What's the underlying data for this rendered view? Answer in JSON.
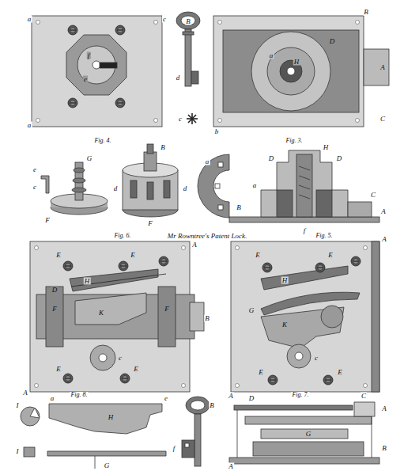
{
  "diagram": {
    "title": "Mr Rowntree's Patent Lock.",
    "labels": [
      "a",
      "c",
      "a",
      "f",
      "e",
      "B",
      "d",
      "c",
      "B",
      "C",
      "b",
      "D",
      "a",
      "H",
      "A",
      "Fig. 4.",
      "G",
      "F",
      "c",
      "e",
      "d",
      "d",
      "B",
      "F",
      "a",
      "Fig. 3.",
      "H",
      "D",
      "D",
      "a",
      "B",
      "C",
      "A",
      "f",
      "Fig. 6.",
      "A",
      "A",
      "E",
      "E",
      "E",
      "E",
      "H",
      "D",
      "F",
      "F",
      "K",
      "c",
      "B",
      "Fig. 5.",
      "A",
      "A",
      "E",
      "E",
      "E",
      "E",
      "H",
      "G",
      "K",
      "c",
      "Fig. 8.",
      "I",
      "a",
      "e",
      "H",
      "I",
      "G",
      "B",
      "f",
      "Fig. 7.",
      "D",
      "G",
      "C",
      "A",
      "B",
      "A"
    ]
  }
}
